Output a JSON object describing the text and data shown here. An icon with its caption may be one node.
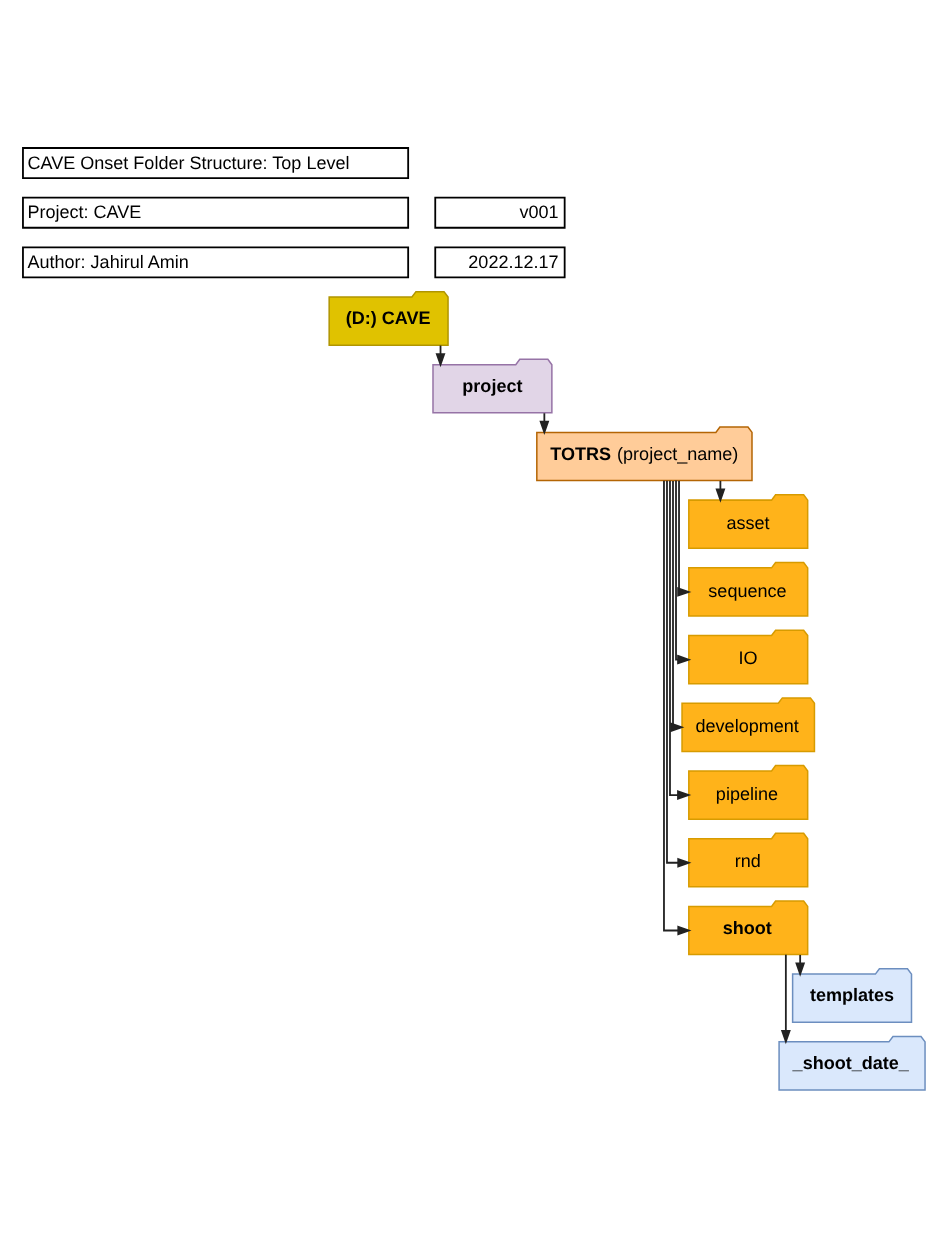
{
  "diagram": {
    "nodes": [
      {
        "text": [
          "CAVE Onset Folder Structure: Top Level"
        ]
      },
      {
        "text": [
          "Project: CAVE"
        ]
      },
      {
        "text": [
          "v001"
        ]
      },
      {
        "text": [
          "Author: Jahirul Amin"
        ]
      },
      {
        "text": [
          "2022.12.17"
        ]
      },
      {
        "text": [
          "(D:) CAVE"
        ]
      },
      {
        "text": [
          "project"
        ]
      },
      {
        "text": [
          "**TOTRS** (project_name)"
        ]
      },
      {
        "text": [
          "asset"
        ]
      },
      {
        "text": [
          "sequence"
        ]
      },
      {
        "text": [
          "IO"
        ]
      },
      {
        "text": [
          "development"
        ]
      },
      {
        "text": [
          "pipeline"
        ]
      },
      {
        "text": [
          "rnd"
        ]
      },
      {
        "text": [
          "shoot"
        ]
      },
      {
        "text": [
          "templates"
        ]
      },
      {
        "text": [
          "_shoot_date_"
        ]
      }
    ],
    "edges": [
      {
        "from": 5,
        "to": 6,
        "arrow": "to"
      },
      {
        "from": 6,
        "to": 7,
        "arrow": "to"
      },
      {
        "from": 7,
        "to": 8,
        "arrow": "to"
      },
      {
        "from": 7,
        "to": 9,
        "arrow": "to"
      },
      {
        "from": 7,
        "to": 10,
        "arrow": "to"
      },
      {
        "from": 7,
        "to": 11,
        "arrow": "to"
      },
      {
        "from": 7,
        "to": 12,
        "arrow": "to"
      },
      {
        "from": 7,
        "to": 13,
        "arrow": "to"
      },
      {
        "from": 7,
        "to": 14,
        "arrow": "to"
      },
      {
        "from": 14,
        "to": 15,
        "arrow": "to"
      },
      {
        "from": 14,
        "to": 16,
        "arrow": "to"
      }
    ]
  }
}
